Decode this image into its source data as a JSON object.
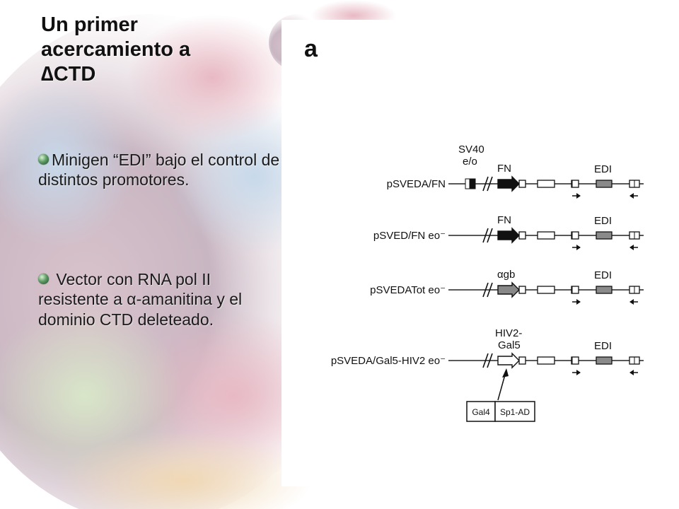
{
  "slide": {
    "title_lines": [
      "Un primer",
      "acercamiento a",
      "∆CTD"
    ],
    "bullets": [
      "Minigen “EDI” bajo el control de distintos promotores.",
      " Vector con RNA pol II resistente a α-amanitina y el dominio CTD deleteado."
    ],
    "bullet_icon": "green-sphere-icon"
  },
  "figure": {
    "panel_label": "a",
    "constructs": [
      {
        "name": "pSVEDA/FN",
        "promoter": "FN",
        "upstream_label": "SV40 e/o"
      },
      {
        "name": "pSVED/FN eo⁻",
        "promoter": "FN"
      },
      {
        "name": "pSVEDATot eo⁻",
        "promoter": "αgb"
      },
      {
        "name": "pSVEDA/Gal5-HIV2 eo⁻",
        "promoter": "HIV2- Gal5"
      }
    ],
    "sv40_lines": [
      "SV40",
      "e/o"
    ],
    "hiv_lines": [
      "HIV2-",
      "Gal5"
    ],
    "exon_label": "EDI",
    "fusion_boxes": [
      "Gal4",
      "Sp1-AD"
    ]
  },
  "colors": {
    "background": "#ffffff",
    "title_text": "#111111",
    "bullet_green": "#5e9c64",
    "exon_fill": "#8a8a8a"
  }
}
